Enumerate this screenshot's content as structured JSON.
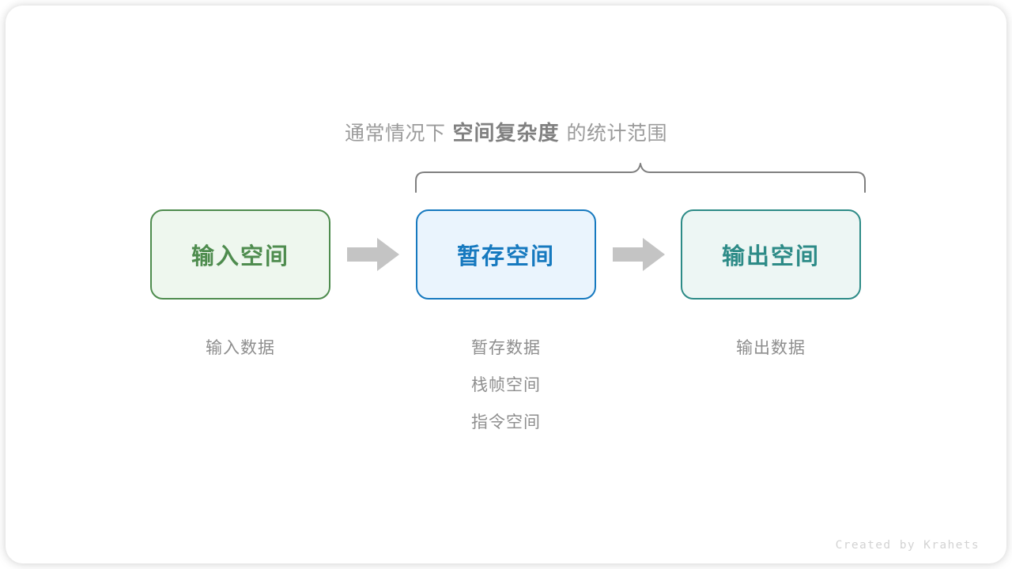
{
  "heading": {
    "prefix": "通常情况下",
    "emphasis": "空间复杂度",
    "suffix": "的统计范围"
  },
  "boxes": [
    {
      "label": "输入空间",
      "key": "input",
      "accent": "#4e8c4e",
      "fill": "#eef7ee"
    },
    {
      "label": "暂存空间",
      "key": "temp",
      "accent": "#1679bf",
      "fill": "#eaf4fd"
    },
    {
      "label": "输出空间",
      "key": "output",
      "accent": "#2d8b87",
      "fill": "#edf6f4"
    }
  ],
  "arrows": [
    {
      "name": "arrow-input-to-temp",
      "color": "#c4c4c4"
    },
    {
      "name": "arrow-temp-to-output",
      "color": "#c4c4c4"
    }
  ],
  "captions": {
    "input": [
      "输入数据"
    ],
    "temp": [
      "暂存数据",
      "栈帧空间",
      "指令空间"
    ],
    "output": [
      "输出数据"
    ]
  },
  "brace": {
    "color": "#7f7f7f",
    "spans": [
      "暂存空间",
      "输出空间"
    ]
  },
  "watermark": "Created by Krahets",
  "colors": {
    "background": "#ffffff",
    "text_muted": "#9b9b9b",
    "text_emphasis": "#808080",
    "caption": "#8e8e8e",
    "watermark": "#d3d3d3"
  }
}
